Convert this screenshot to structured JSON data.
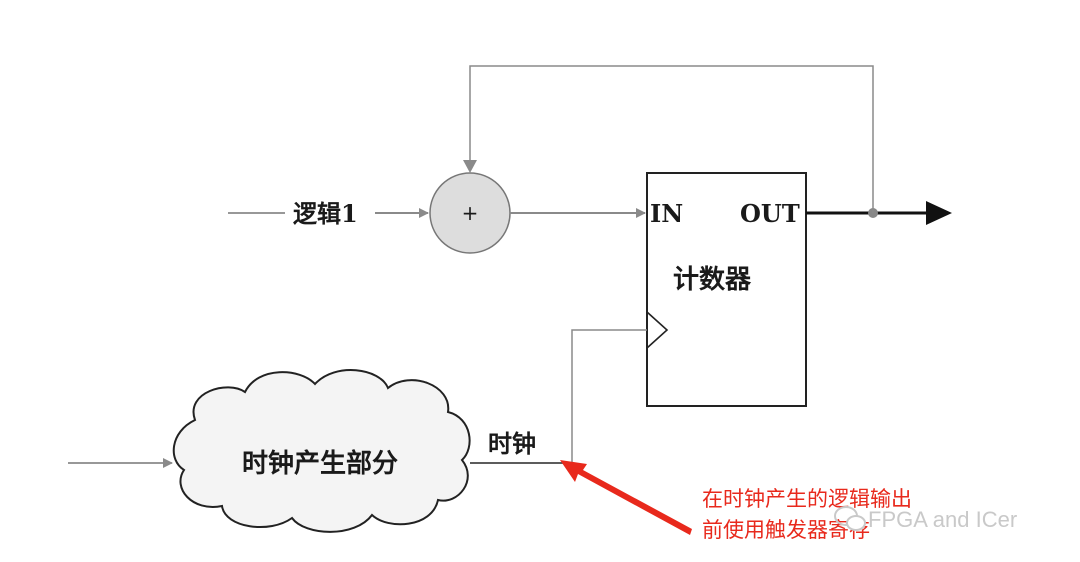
{
  "input_label": "逻辑1",
  "adder_symbol": "+",
  "counter": {
    "in_label": "IN",
    "out_label": "OUT",
    "name": "计数器"
  },
  "clock_cloud_label": "时钟产生部分",
  "clock_wire_label": "时钟",
  "annotation": {
    "line1": "在时钟产生的逻辑输出",
    "line2": "前使用触发器寄存",
    "color": "#e8291c"
  },
  "watermark": "FPGA and ICer"
}
